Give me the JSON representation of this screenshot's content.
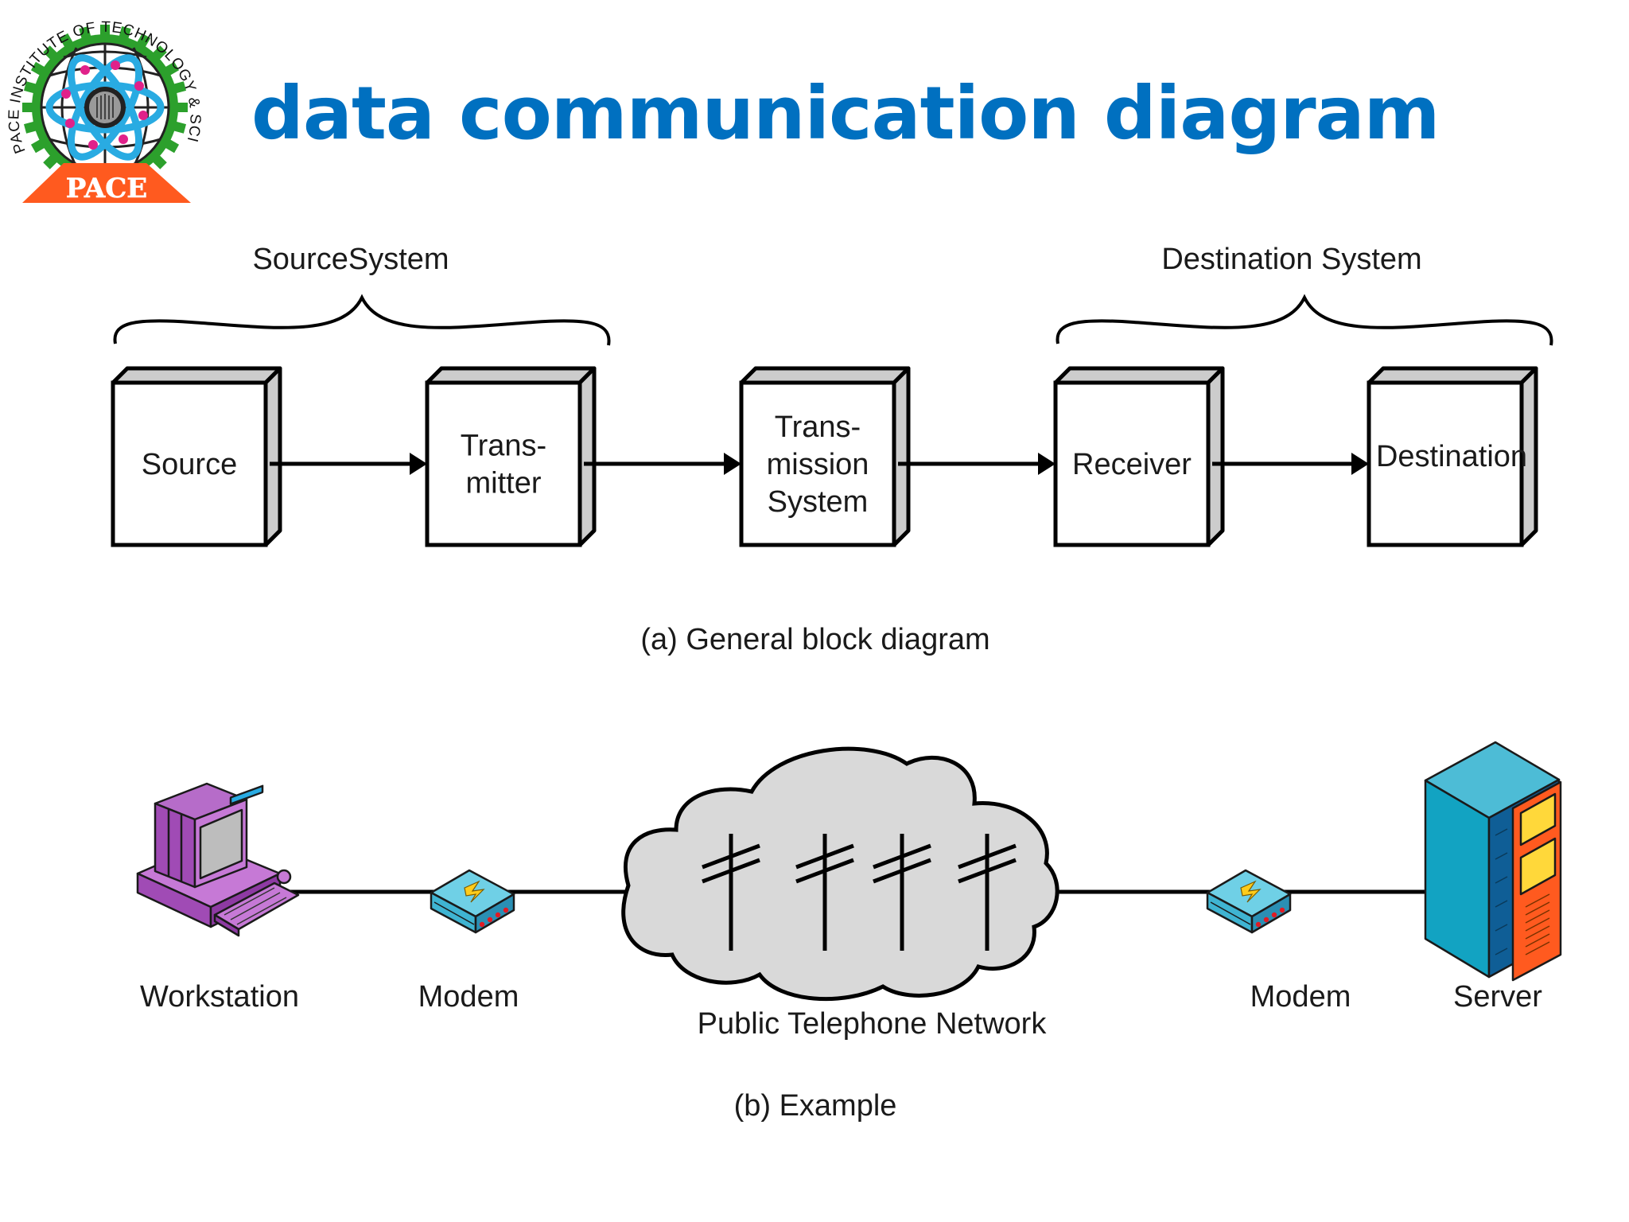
{
  "title": "data communication diagram",
  "logo": {
    "institute_text": "PACE INSTITUTE OF TECHNOLOGY & SCIENCES",
    "badge_text": "PACE",
    "colors": {
      "gear": "#2ca02c",
      "atom": "#29abe2",
      "electrons": "#e0218a",
      "badge": "#ff5a1f"
    }
  },
  "block_diagram": {
    "group_labels": {
      "source_system": "SourceSystem",
      "destination_system": "Destination System"
    },
    "blocks": [
      {
        "id": "source",
        "lines": [
          "Source"
        ]
      },
      {
        "id": "transmitter",
        "lines": [
          "Trans-",
          "mitter"
        ]
      },
      {
        "id": "transmission",
        "lines": [
          "Trans-",
          "mission",
          "System"
        ]
      },
      {
        "id": "receiver",
        "lines": [
          "Receiver"
        ]
      },
      {
        "id": "destination",
        "lines": [
          "Destination"
        ]
      }
    ],
    "caption": "(a) General block diagram"
  },
  "example": {
    "nodes": {
      "workstation": "Workstation",
      "modem_left": "Modem",
      "network": "Public Telephone Network",
      "modem_right": "Modem",
      "server": "Server"
    },
    "caption": "(b) Example",
    "colors": {
      "workstation": "#b05cc4",
      "modem": "#5bc8e0",
      "cloud": "#d9d9d9",
      "server_body": "#12a3c2",
      "server_panel": "#ff5a1f"
    }
  }
}
